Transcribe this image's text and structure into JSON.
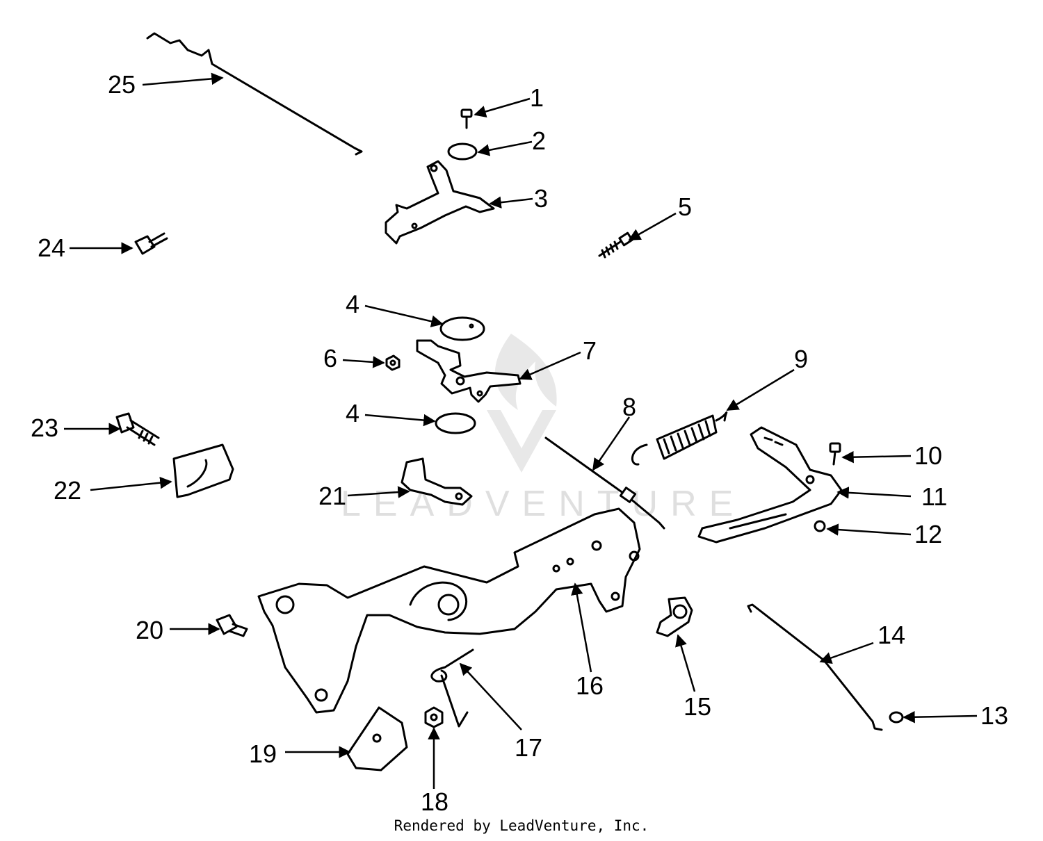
{
  "parts": [
    {
      "id": "p1",
      "label": "1"
    },
    {
      "id": "p2",
      "label": "2"
    },
    {
      "id": "p3",
      "label": "3"
    },
    {
      "id": "p4a",
      "label": "4"
    },
    {
      "id": "p4b",
      "label": "4"
    },
    {
      "id": "p5",
      "label": "5"
    },
    {
      "id": "p6",
      "label": "6"
    },
    {
      "id": "p7",
      "label": "7"
    },
    {
      "id": "p8",
      "label": "8"
    },
    {
      "id": "p9",
      "label": "9"
    },
    {
      "id": "p10",
      "label": "10"
    },
    {
      "id": "p11",
      "label": "11"
    },
    {
      "id": "p12",
      "label": "12"
    },
    {
      "id": "p13",
      "label": "13"
    },
    {
      "id": "p14",
      "label": "14"
    },
    {
      "id": "p15",
      "label": "15"
    },
    {
      "id": "p16",
      "label": "16"
    },
    {
      "id": "p17",
      "label": "17"
    },
    {
      "id": "p18",
      "label": "18"
    },
    {
      "id": "p19",
      "label": "19"
    },
    {
      "id": "p20",
      "label": "20"
    },
    {
      "id": "p21",
      "label": "21"
    },
    {
      "id": "p22",
      "label": "22"
    },
    {
      "id": "p23",
      "label": "23"
    },
    {
      "id": "p24",
      "label": "24"
    },
    {
      "id": "p25",
      "label": "25"
    }
  ],
  "watermark": "LEADVENTURE",
  "footer": "Rendered by LeadVenture, Inc."
}
